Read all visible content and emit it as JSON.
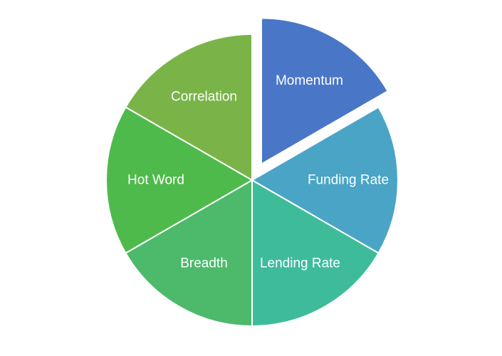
{
  "chart_data": {
    "type": "pie",
    "title": "",
    "legend": "none",
    "start_angle_deg": 0,
    "direction": "clockwise",
    "background_color": "#ffffff",
    "slice_border_color": "#ffffff",
    "label_color": "#ffffff",
    "label_position": "inside",
    "slices": [
      {
        "label": "Momentum",
        "value": 16.7,
        "color": "#4a76c8",
        "exploded": true
      },
      {
        "label": "Funding Rate",
        "value": 16.7,
        "color": "#4aa4c6",
        "exploded": false
      },
      {
        "label": "Lending Rate",
        "value": 16.7,
        "color": "#3ebc9a",
        "exploded": false
      },
      {
        "label": "Breadth",
        "value": 16.7,
        "color": "#4cb96b",
        "exploded": false
      },
      {
        "label": "Hot Word",
        "value": 16.7,
        "color": "#4fba4c",
        "exploded": false
      },
      {
        "label": "Correlation",
        "value": 16.7,
        "color": "#7ab448",
        "exploded": false
      }
    ]
  }
}
